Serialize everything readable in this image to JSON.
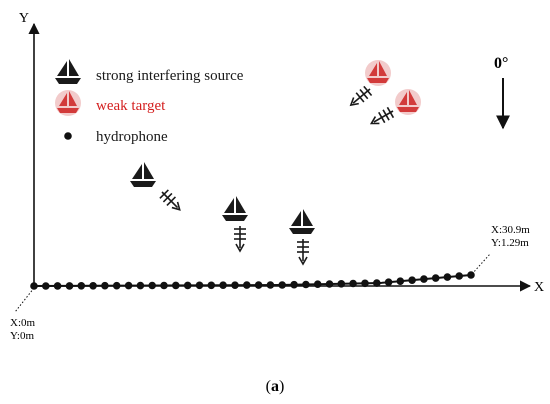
{
  "axes": {
    "y_label": "Y",
    "x_label": "X"
  },
  "legend": {
    "strong_label": "strong interfering source",
    "weak_label": "weak target",
    "hydrophone_label": "hydrophone"
  },
  "direction": {
    "label": "0°"
  },
  "array_start": {
    "x_text": "X:0m",
    "y_text": "Y:0m"
  },
  "array_end": {
    "x_text": "X:30.9m",
    "y_text": "Y:1.29m"
  },
  "caption": {
    "open": "(",
    "letter": "a",
    "close": ")"
  },
  "colors": {
    "strong": "#1a1a1a",
    "weak": "#d23a3a",
    "weak_text": "#d42020",
    "axis": "#111111"
  },
  "hydrophone_count": 38
}
